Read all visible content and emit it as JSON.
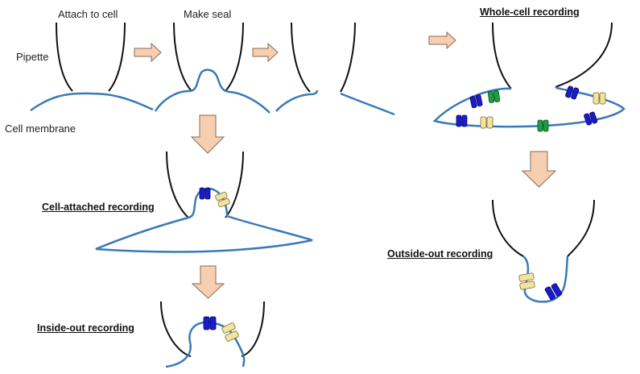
{
  "labels": {
    "attach": "Attach to cell",
    "make_seal": "Make seal",
    "pipette": "Pipette",
    "cell_membrane": "Cell membrane"
  },
  "headings": {
    "whole_cell": "Whole-cell recording",
    "cell_attached": "Cell-attached recording",
    "inside_out": "Inside-out recording",
    "outside_out": "Outside-out recording"
  },
  "colors": {
    "pipette": "#111111",
    "membrane": "#3a7ab8",
    "arrow_fill": "#f5cfb0",
    "arrow_stroke": "#8a6a55",
    "channel_blue": "#1a1ad0",
    "channel_green": "#1aa040",
    "channel_yellow": "#f2e3a0"
  }
}
